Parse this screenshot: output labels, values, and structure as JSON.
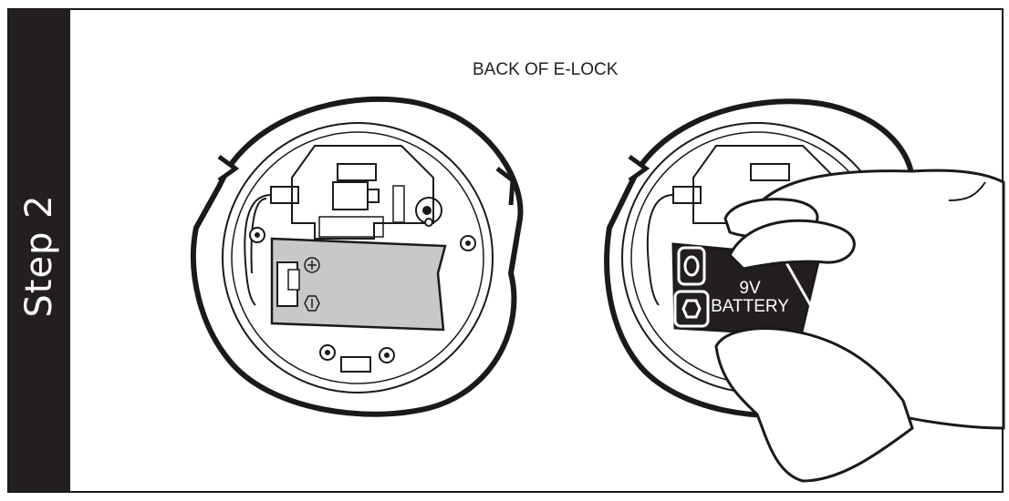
{
  "step": {
    "label": "Step 2"
  },
  "caption": {
    "text": "BACK OF E-LOCK"
  },
  "battery": {
    "line1": "9V",
    "line2": "BATTERY"
  },
  "colors": {
    "sidebar": "#231f20",
    "tray": "#c8c8c8",
    "ink": "#1a1a1a"
  },
  "icons": [
    "plus-terminal-icon",
    "minus-terminal-icon",
    "screw-icon",
    "hex-terminal-icon",
    "round-terminal-icon"
  ]
}
